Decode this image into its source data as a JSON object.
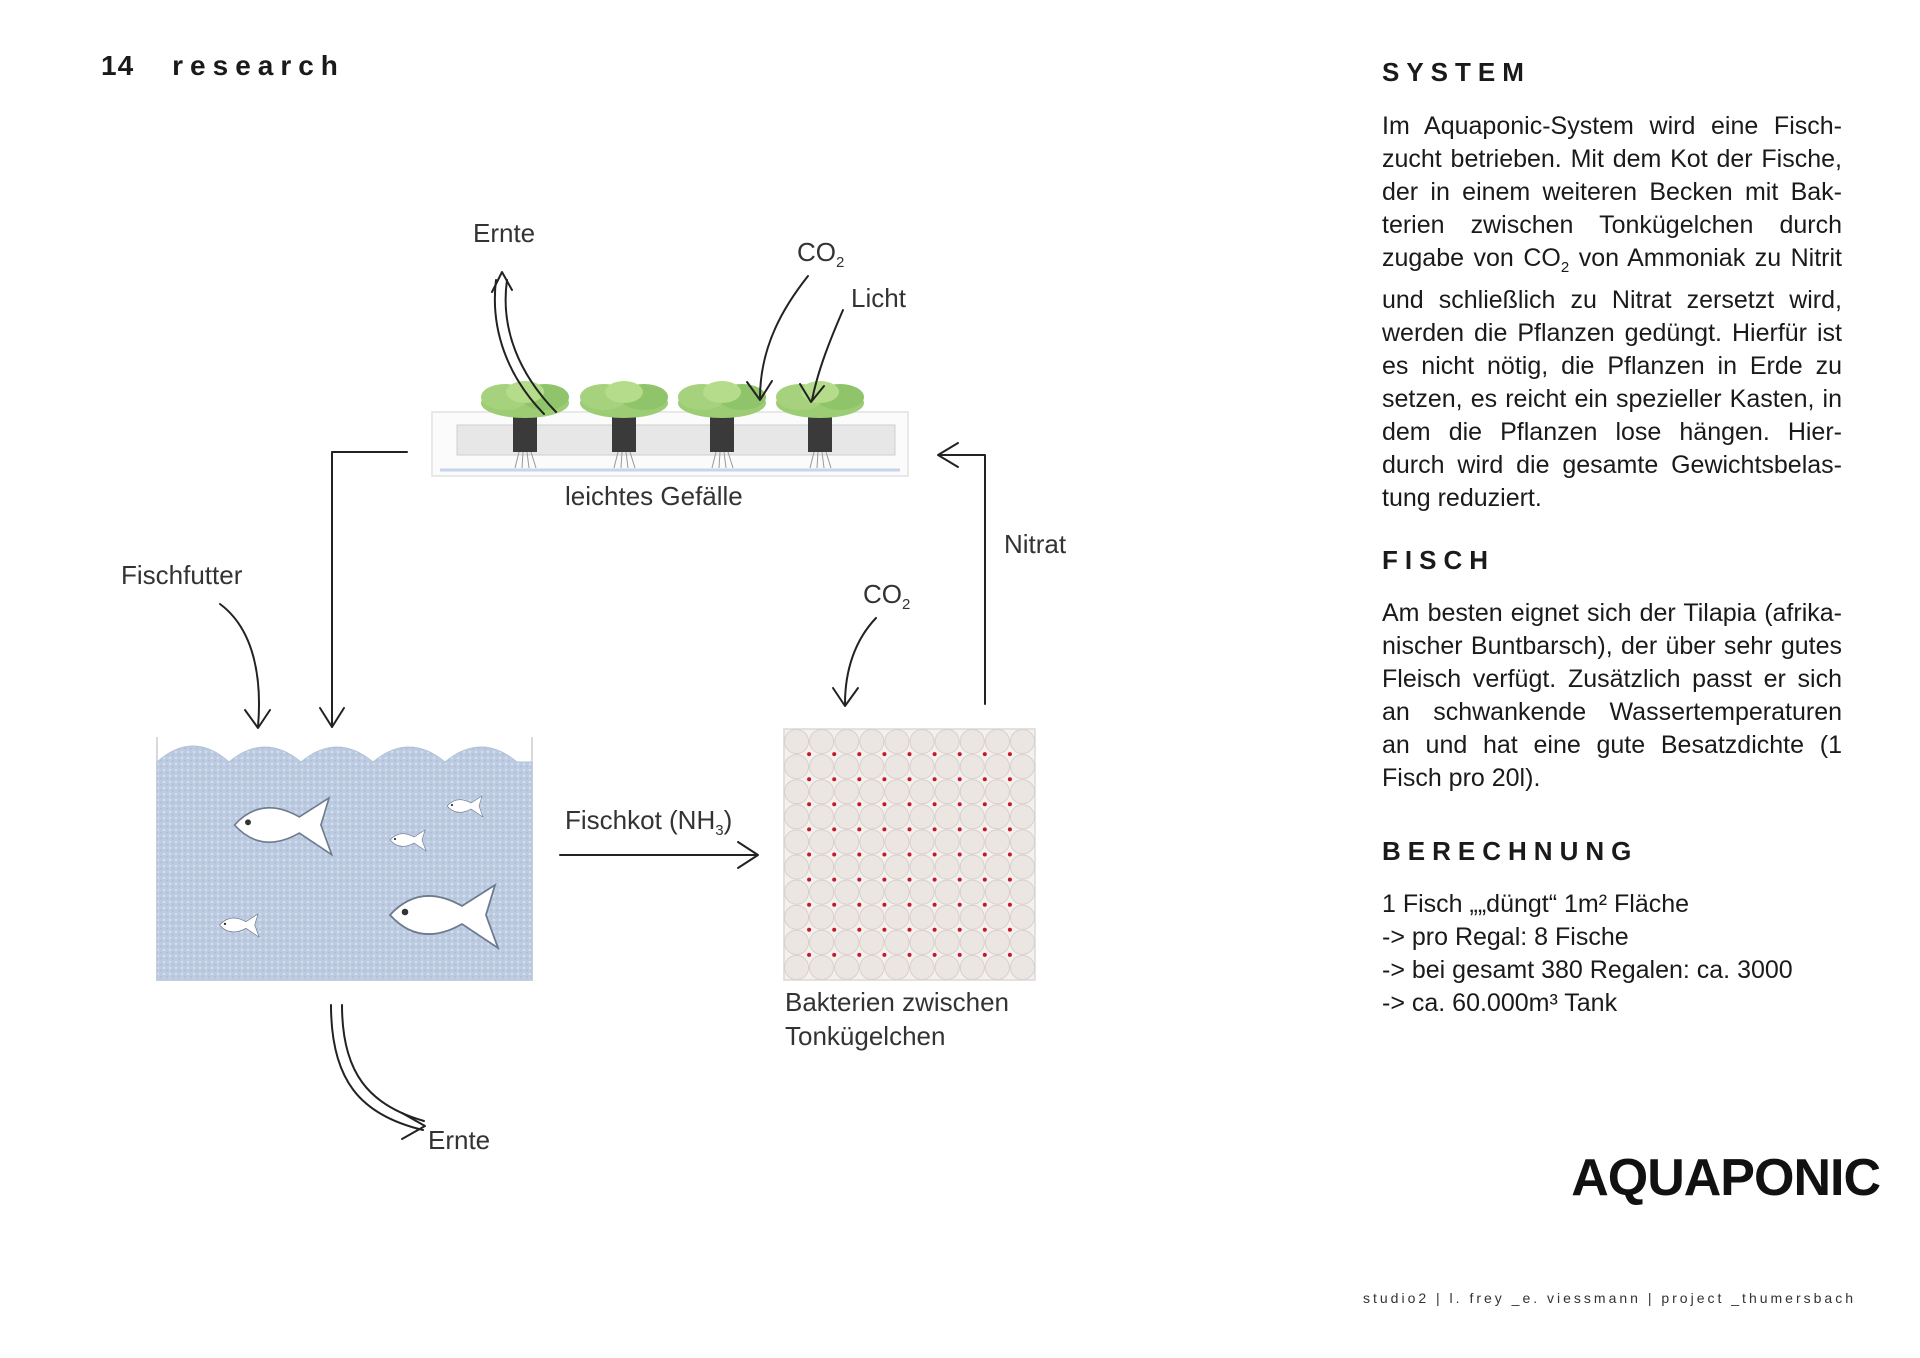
{
  "header": {
    "page_number": "14",
    "section": "research"
  },
  "diagram": {
    "harvest_plants": "Ernte",
    "co2_top": "CO",
    "co2_top_sub": "2",
    "light": "Licht",
    "slope": "leichtes Gefälle",
    "fish_food": "Fischfutter",
    "nitrate": "Nitrat",
    "co2_mid": "CO",
    "co2_mid_sub": "2",
    "fish_waste": "Fischkot (NH",
    "fish_waste_sub": "3",
    "fish_waste_end": ")",
    "bacteria_line1": "Bakterien zwischen",
    "bacteria_line2": "Tonkügelchen",
    "harvest_fish": "Ernte"
  },
  "system": {
    "heading": "SYSTEM",
    "text_part1": "Im Aquaponic-System wird eine Fisch-zucht betrieben. Mit dem Kot der Fische, der in einem weiteren Becken mit Bak-terien zwischen Tonkügelchen durch zugabe von CO",
    "text_sub": "2",
    "text_part2": " von Ammoniak zu Nitrit und schließlich zu Nitrat zersetzt wird, werden die Pflanzen gedüngt.  Hierfür ist es nicht nötig, die Pflanzen in Erde zu setzen, es reicht ein spezieller Kasten, in dem die Pflanzen lose hängen. Hier-durch wird die gesamte Gewichtsbelas-tung reduziert."
  },
  "fish": {
    "heading": "FISCH",
    "text": "Am besten eignet sich der Tilapia (afrika-nischer Buntbarsch), der über sehr gutes Fleisch verfügt. Zusätzlich passt er sich an schwankende Wassertemperaturen an und hat eine gute Besatzdichte (1 Fisch pro 20l)."
  },
  "calculation": {
    "heading": "BERECHNUNG",
    "line1": "1 Fisch „„düngt“ 1m² Fläche",
    "line2": "-> pro Regal: 8 Fische",
    "line3": "-> bei gesamt 380 Regalen: ca. 3000",
    "line4": "-> ca. 60.000m³ Tank"
  },
  "title": "AQUAPONIC",
  "footer": "studio2 | l. frey _e. viessmann | project _thumersbach",
  "colors": {
    "water": "#b9c9df",
    "leaf": "#8fc46a",
    "bead": "#ece6e3",
    "bead_dot": "#c21a2a"
  }
}
